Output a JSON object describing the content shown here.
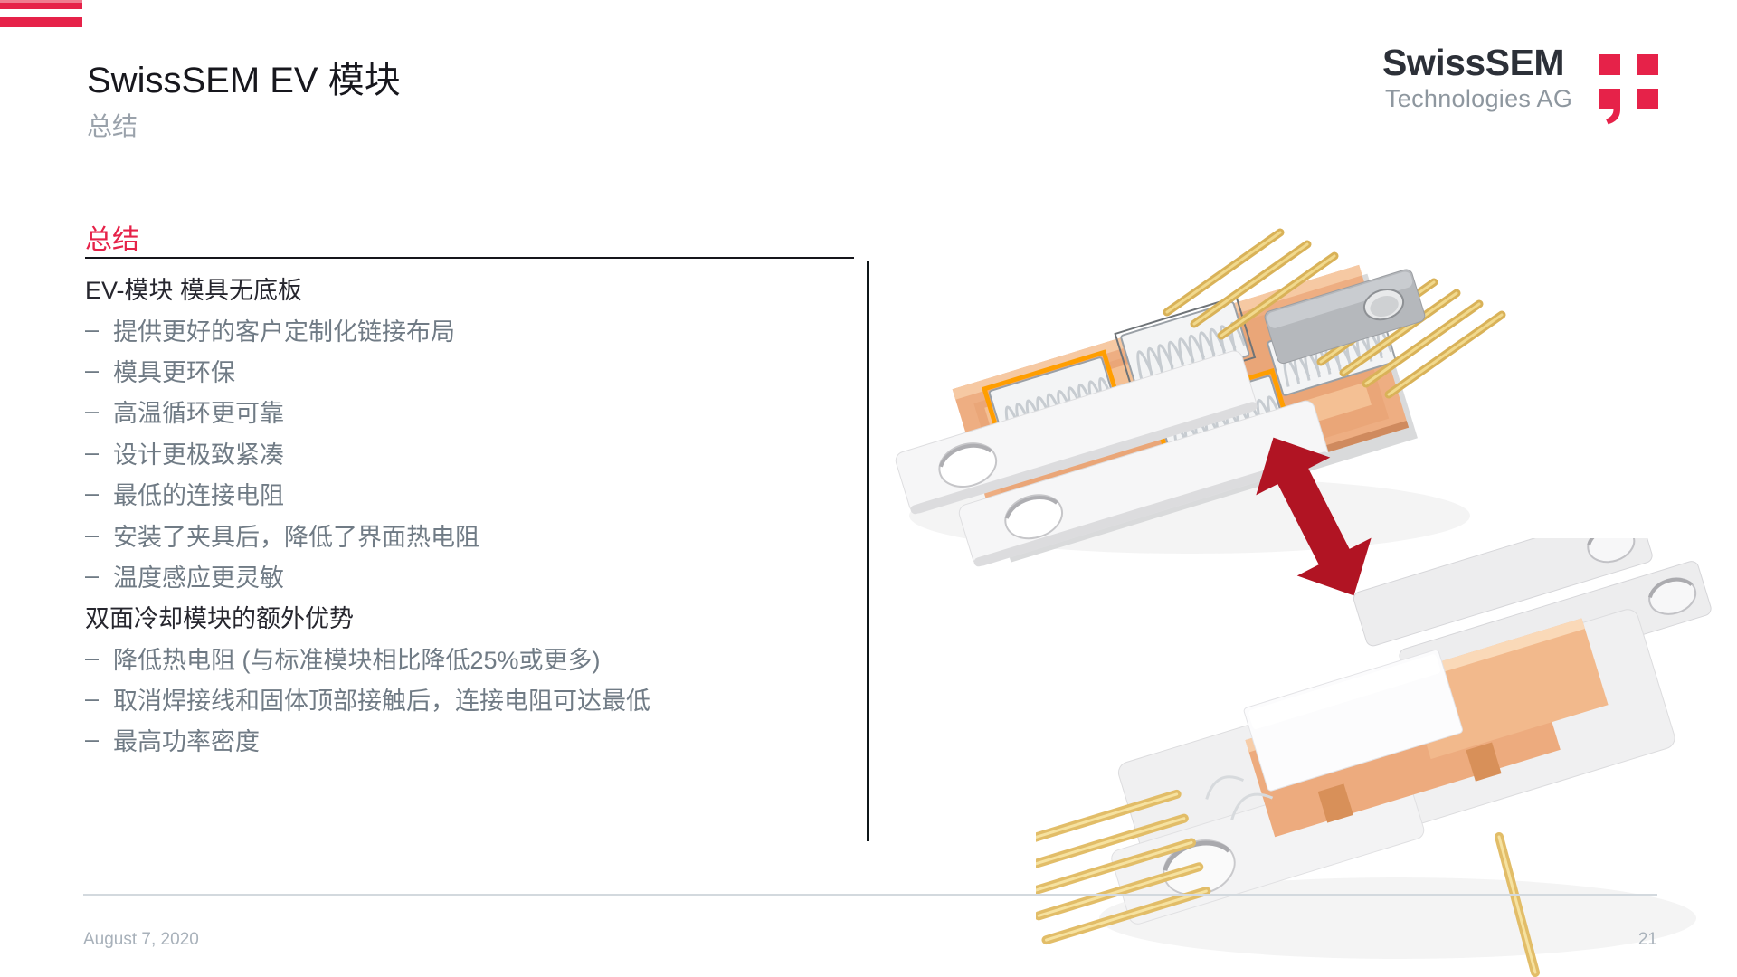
{
  "slide": {
    "title": "SwissSEM EV 模块",
    "subtitle": "总结",
    "section": {
      "heading": "总结"
    },
    "content": {
      "dash": "–",
      "lines": [
        {
          "type": "header",
          "text": "EV-模块 模具无底板"
        },
        {
          "type": "bullet",
          "text": "提供更好的客户定制化链接布局"
        },
        {
          "type": "bullet",
          "text": "模具更环保"
        },
        {
          "type": "bullet",
          "text": "高温循环更可靠"
        },
        {
          "type": "bullet",
          "text": "设计更极致紧凑"
        },
        {
          "type": "bullet",
          "text": "最低的连接电阻"
        },
        {
          "type": "bullet",
          "text": "安装了夹具后，降低了界面热电阻"
        },
        {
          "type": "bullet",
          "text": "温度感应更灵敏"
        },
        {
          "type": "header",
          "text": "双面冷却模块的额外优势"
        },
        {
          "type": "bullet",
          "text": "降低热电阻 (与标准模块相比降低25%或更多)"
        },
        {
          "type": "bullet",
          "text": "取消焊接线和固体顶部接触后，连接电阻可达最低"
        },
        {
          "type": "bullet",
          "text": "最高功率密度"
        }
      ]
    },
    "footer": {
      "date": "August 7, 2020",
      "page": "21"
    }
  },
  "logo": {
    "name": "SwissSEM",
    "subname": "Technologies AG"
  },
  "figures": [
    {
      "name": "ev-module-no-baseplate-render"
    },
    {
      "name": "double-sided-cooling-module-render"
    },
    {
      "name": "double-arrow-icon"
    }
  ],
  "colors": {
    "brand_red": "#E62249",
    "arrow_red": "#B11423",
    "text_dark": "#17171D",
    "text_gray": "#707B85",
    "copper": "#EEAE82",
    "gold": "#D9B258"
  }
}
